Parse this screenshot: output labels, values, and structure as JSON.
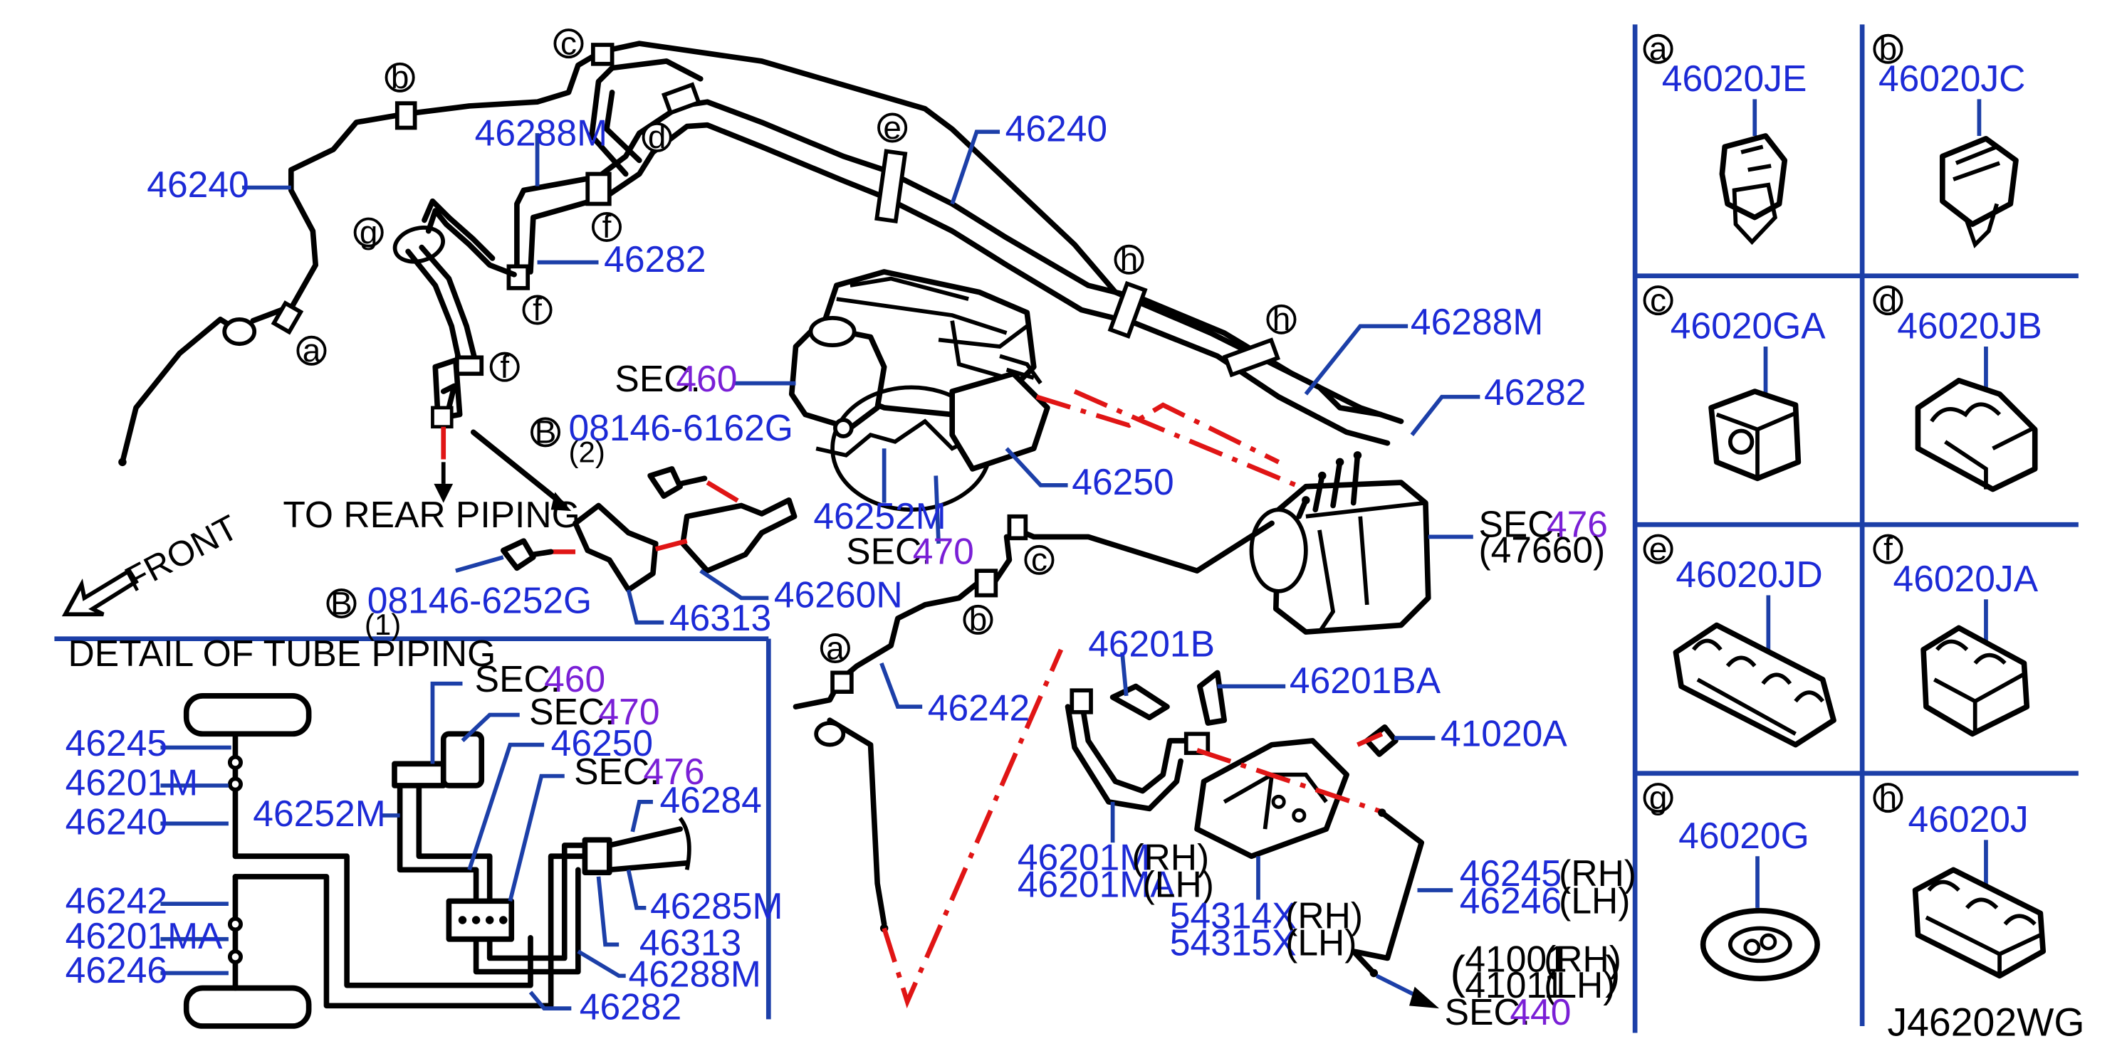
{
  "diagram_id": "J46202WG",
  "front_label": "FRONT",
  "to_rear_piping": "TO   REAR   PIPING",
  "detail_title": "DETAIL   OF   TUBE   PIPING",
  "sec_prefix": "SEC.",
  "main_labels": {
    "p46240_left": "46240",
    "p46288M_top": "46288M",
    "p46282_top": "46282",
    "p46240_right": "46240",
    "p46288M_right": "46288M",
    "p46282_right": "46282",
    "sec460_num": "460",
    "bolt_b1_pn": "08146-6162G",
    "bolt_b1_qty": "(2)",
    "p46250": "46250",
    "p46252M": "46252M",
    "sec470_num": "470",
    "sec476_num": "476",
    "p47660": "(47660)",
    "p46260N": "46260N",
    "p46313": "46313",
    "bolt_b2_pn": "08146-6252G",
    "bolt_b2_qty": "(1)",
    "p46242": "46242",
    "p46201B": "46201B",
    "p46201BA": "46201BA",
    "p41020A": "41020A",
    "p46201M": "46201M",
    "p46201MA": "46201MA",
    "rh": "(RH)",
    "lh": "(LH)",
    "p46245": "46245",
    "p46246": "46246",
    "p54314X": "54314X",
    "p54315X": "54315X",
    "p41001": "41001",
    "p41011": "41011",
    "sec440_num": "440"
  },
  "detail_labels": {
    "sec460": "460",
    "sec470": "470",
    "p46250": "46250",
    "sec476": "476",
    "p46284": "46284",
    "p46245": "46245",
    "p46201M": "46201M",
    "p46240": "46240",
    "p46252M": "46252M",
    "p46242": "46242",
    "p46201MA": "46201MA",
    "p46246": "46246",
    "p46285M": "46285M",
    "p46313": "46313",
    "p46288M": "46288M",
    "p46282": "46282"
  },
  "clip_panels": [
    {
      "letter": "a",
      "part": "46020JE"
    },
    {
      "letter": "b",
      "part": "46020JC"
    },
    {
      "letter": "c",
      "part": "46020GA"
    },
    {
      "letter": "d",
      "part": "46020JB"
    },
    {
      "letter": "e",
      "part": "46020JD"
    },
    {
      "letter": "f",
      "part": "46020JA"
    },
    {
      "letter": "g",
      "part": "46020G"
    },
    {
      "letter": "h",
      "part": "46020J"
    }
  ],
  "callout_letters": {
    "a": "a",
    "b": "b",
    "c": "c",
    "d": "d",
    "e": "e",
    "f": "f",
    "g": "g",
    "h": "h",
    "B": "B"
  },
  "colors": {
    "part_number": "#1c2ad6",
    "section_number": "#7a1fd6",
    "leader_line": "#1c3fa8",
    "centerline": "#e01515",
    "line_art": "#000000"
  }
}
